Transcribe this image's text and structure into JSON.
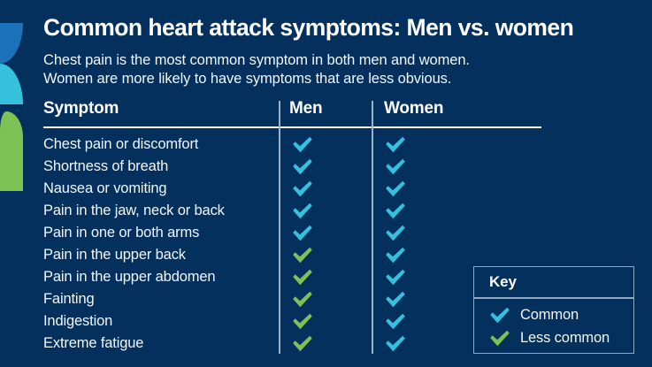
{
  "colors": {
    "background": "#04305e",
    "common_check": "#35c0dd",
    "less_common_check": "#7cc355",
    "deco_blue": "#1d71b8",
    "deco_cyan": "#35c0dd",
    "deco_green": "#7cc355",
    "rule": "#ffffff",
    "text": "#ffffff"
  },
  "header": {
    "title": "Common heart attack symptoms: Men vs. women",
    "subtitle_line_1": "Chest pain is the most common symptom in both men and women.",
    "subtitle_line_2": "Women are more likely to have symptoms that are less obvious."
  },
  "table": {
    "columns": [
      "Symptom",
      "Men",
      "Women"
    ],
    "rows": [
      {
        "symptom": "Chest pain or discomfort",
        "men": "common",
        "women": "common"
      },
      {
        "symptom": "Shortness of breath",
        "men": "common",
        "women": "common"
      },
      {
        "symptom": "Nausea or vomiting",
        "men": "common",
        "women": "common"
      },
      {
        "symptom": "Pain in the jaw, neck or back",
        "men": "common",
        "women": "common"
      },
      {
        "symptom": "Pain in one or both arms",
        "men": "common",
        "women": "common"
      },
      {
        "symptom": "Pain in the upper back",
        "men": "less-common",
        "women": "common"
      },
      {
        "symptom": "Pain in the upper abdomen",
        "men": "less-common",
        "women": "common"
      },
      {
        "symptom": "Fainting",
        "men": "less-common",
        "women": "common"
      },
      {
        "symptom": "Indigestion",
        "men": "less-common",
        "women": "common"
      },
      {
        "symptom": "Extreme fatigue",
        "men": "less-common",
        "women": "common"
      }
    ]
  },
  "key": {
    "title": "Key",
    "items": [
      {
        "label": "Common",
        "status": "common"
      },
      {
        "label": "Less common",
        "status": "less-common"
      }
    ]
  }
}
